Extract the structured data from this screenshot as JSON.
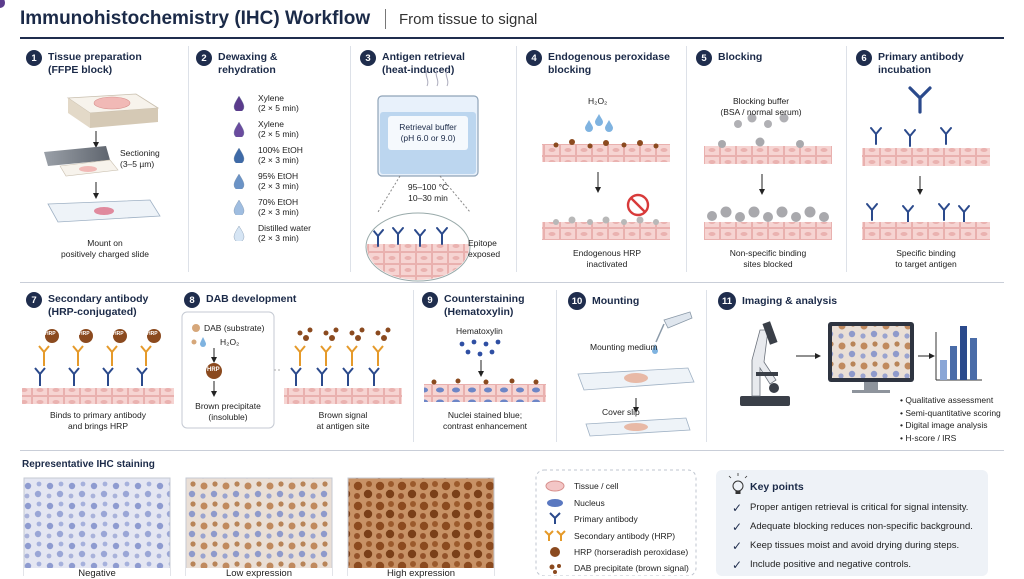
{
  "header": {
    "title": "Immunohistochemistry (IHC) Workflow",
    "subtitle": "From tissue to signal"
  },
  "steps": [
    {
      "num": "1",
      "title": "Tissue preparation\n(FFPE block)",
      "sectioning": "Sectioning\n(3–5 µm)",
      "mount": "Mount on\npositively charged slide"
    },
    {
      "num": "2",
      "title": "Dewaxing &\nrehydration",
      "items": [
        {
          "label": "Xylene\n(2 × 5 min)",
          "color": "#5b3b8c"
        },
        {
          "label": "Xylene\n(2 × 5 min)",
          "color": "#6a4b9e"
        },
        {
          "label": "100% EtOH\n(2 × 3 min)",
          "color": "#3e6aa7"
        },
        {
          "label": "95% EtOH\n(2 × 3 min)",
          "color": "#6b93c6"
        },
        {
          "label": "70% EtOH\n(2 × 3 min)",
          "color": "#9fbde0"
        },
        {
          "label": "Distilled water\n(2 × 3 min)",
          "color": "#d6e5f4"
        }
      ]
    },
    {
      "num": "3",
      "title": "Antigen retrieval\n(heat-induced)",
      "buffer": "Retrieval buffer\n(pH 6.0 or 9.0)",
      "temp": "95–100 °C\n10–30 min",
      "epitope": "Epitope\nexposed"
    },
    {
      "num": "4",
      "title": "Endogenous peroxidase\nblocking",
      "reagent": "H₂O₂",
      "caption": "Endogenous HRP\ninactivated"
    },
    {
      "num": "5",
      "title": "Blocking",
      "reagent": "Blocking buffer\n(BSA / normal serum)",
      "caption": "Non-specific binding\nsites blocked"
    },
    {
      "num": "6",
      "title": "Primary antibody\nincubation",
      "caption": "Specific binding\nto target antigen"
    },
    {
      "num": "7",
      "title": "Secondary antibody\n(HRP-conjugated)",
      "hrp": "HRP",
      "caption": "Binds to primary antibody\nand brings HRP"
    },
    {
      "num": "8",
      "title": "DAB development",
      "substrate": "DAB (substrate)",
      "reagent": "H₂O₂",
      "hrp": "HRP",
      "product": "Brown precipitate\n(insoluble)",
      "caption": "Brown signal\nat antigen site"
    },
    {
      "num": "9",
      "title": "Counterstaining\n(Hematoxylin)",
      "reagent": "Hematoxylin",
      "caption": "Nuclei stained blue;\ncontrast enhancement"
    },
    {
      "num": "10",
      "title": "Mounting",
      "medium": "Mounting medium",
      "coverslip": "Cover slip"
    },
    {
      "num": "11",
      "title": "Imaging & analysis",
      "bullets": [
        "Qualitative assessment",
        "Semi-quantitative scoring",
        "Digital image analysis",
        "H-score / IRS"
      ]
    }
  ],
  "representative": {
    "title": "Representative IHC staining",
    "panels": [
      "Negative",
      "Low expression",
      "High expression"
    ]
  },
  "legend": [
    {
      "label": "Tissue / cell",
      "icon": "tissue-cell-icon"
    },
    {
      "label": "Nucleus",
      "icon": "nucleus-icon"
    },
    {
      "label": "Primary antibody",
      "icon": "primary-antibody-icon"
    },
    {
      "label": "Secondary antibody (HRP)",
      "icon": "secondary-antibody-icon"
    },
    {
      "label": "HRP (horseradish peroxidase)",
      "icon": "hrp-icon"
    },
    {
      "label": "DAB precipitate (brown signal)",
      "icon": "dab-precipitate-icon"
    }
  ],
  "keypoints": {
    "title": "Key points",
    "items": [
      "Proper antigen retrieval is critical for signal intensity.",
      "Adequate blocking reduces non-specific background.",
      "Keep tissues moist and avoid drying during steps.",
      "Include positive and negative controls."
    ]
  },
  "colors": {
    "navy": "#1f2d4d",
    "tissue": "#f3c6c6",
    "dab": "#8b4a1f",
    "nucleus": "#5a78c0"
  }
}
